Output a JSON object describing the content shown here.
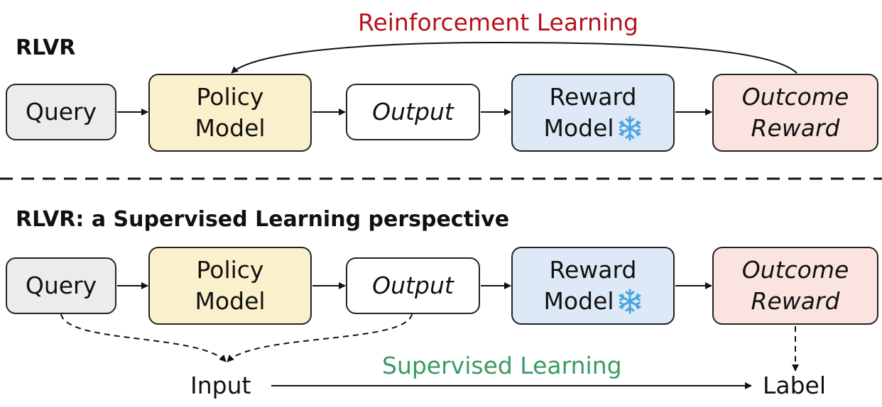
{
  "colors": {
    "query_fill": "#ececec",
    "policy_fill": "#fbf0cc",
    "output_fill": "#ffffff",
    "reward_model_fill": "#dde9f6",
    "outcome_fill": "#fbe3e0",
    "reinforcement_text": "#b5121b",
    "supervised_text": "#3a9a66",
    "snowflake": "#4aa3df"
  },
  "top": {
    "title": "RLVR",
    "feedback_label": "Reinforcement Learning",
    "nodes": {
      "query": "Query",
      "policy": [
        "Policy",
        "Model"
      ],
      "output": "Output",
      "reward_model": [
        "Reward",
        "Model"
      ],
      "outcome": [
        "Outcome",
        "Reward"
      ]
    },
    "reward_model_icon": "snowflake-icon"
  },
  "bottom": {
    "title": "RLVR: a Supervised Learning perspective",
    "nodes": {
      "query": "Query",
      "policy": [
        "Policy",
        "Model"
      ],
      "output": "Output",
      "reward_model": [
        "Reward",
        "Model"
      ],
      "outcome": [
        "Outcome",
        "Reward"
      ]
    },
    "reward_model_icon": "snowflake-icon",
    "input_label": "Input",
    "label_label": "Label",
    "supervised_label": "Supervised Learning"
  }
}
